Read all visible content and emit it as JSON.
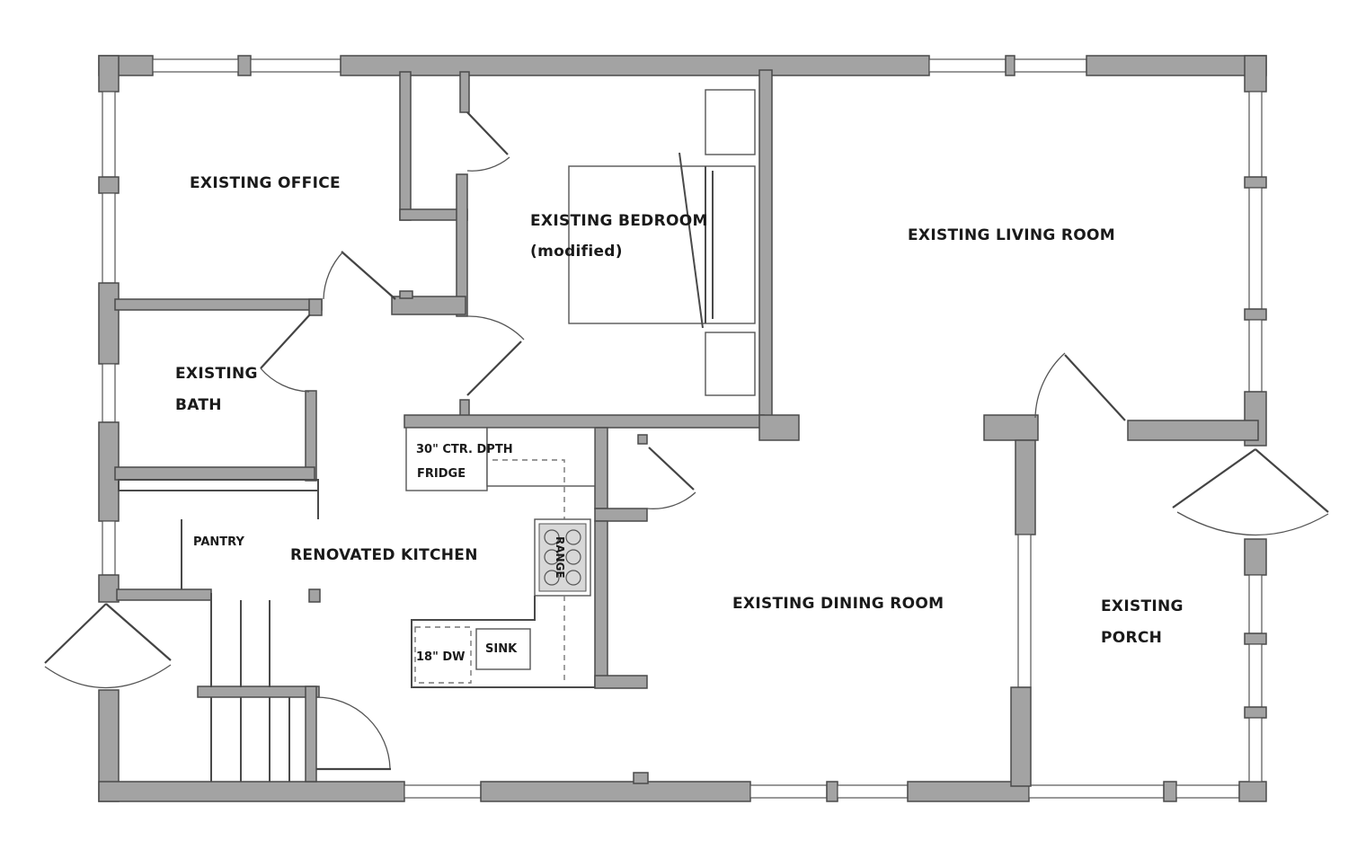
{
  "rooms": {
    "office": "EXISTING OFFICE",
    "bedroom": "EXISTING BEDROOM",
    "bedroom_note": "(modified)",
    "living": "EXISTING LIVING ROOM",
    "bath_line1": "EXISTING",
    "bath_line2": "BATH",
    "kitchen": "RENOVATED KITCHEN",
    "pantry": "PANTRY",
    "dining": "EXISTING DINING ROOM",
    "porch_line1": "EXISTING",
    "porch_line2": "PORCH"
  },
  "fixtures": {
    "fridge_line1": "30\" CTR. DPTH",
    "fridge_line2": "FRIDGE",
    "range": "RANGE",
    "dishwasher": "18\" DW",
    "sink": "SINK"
  }
}
